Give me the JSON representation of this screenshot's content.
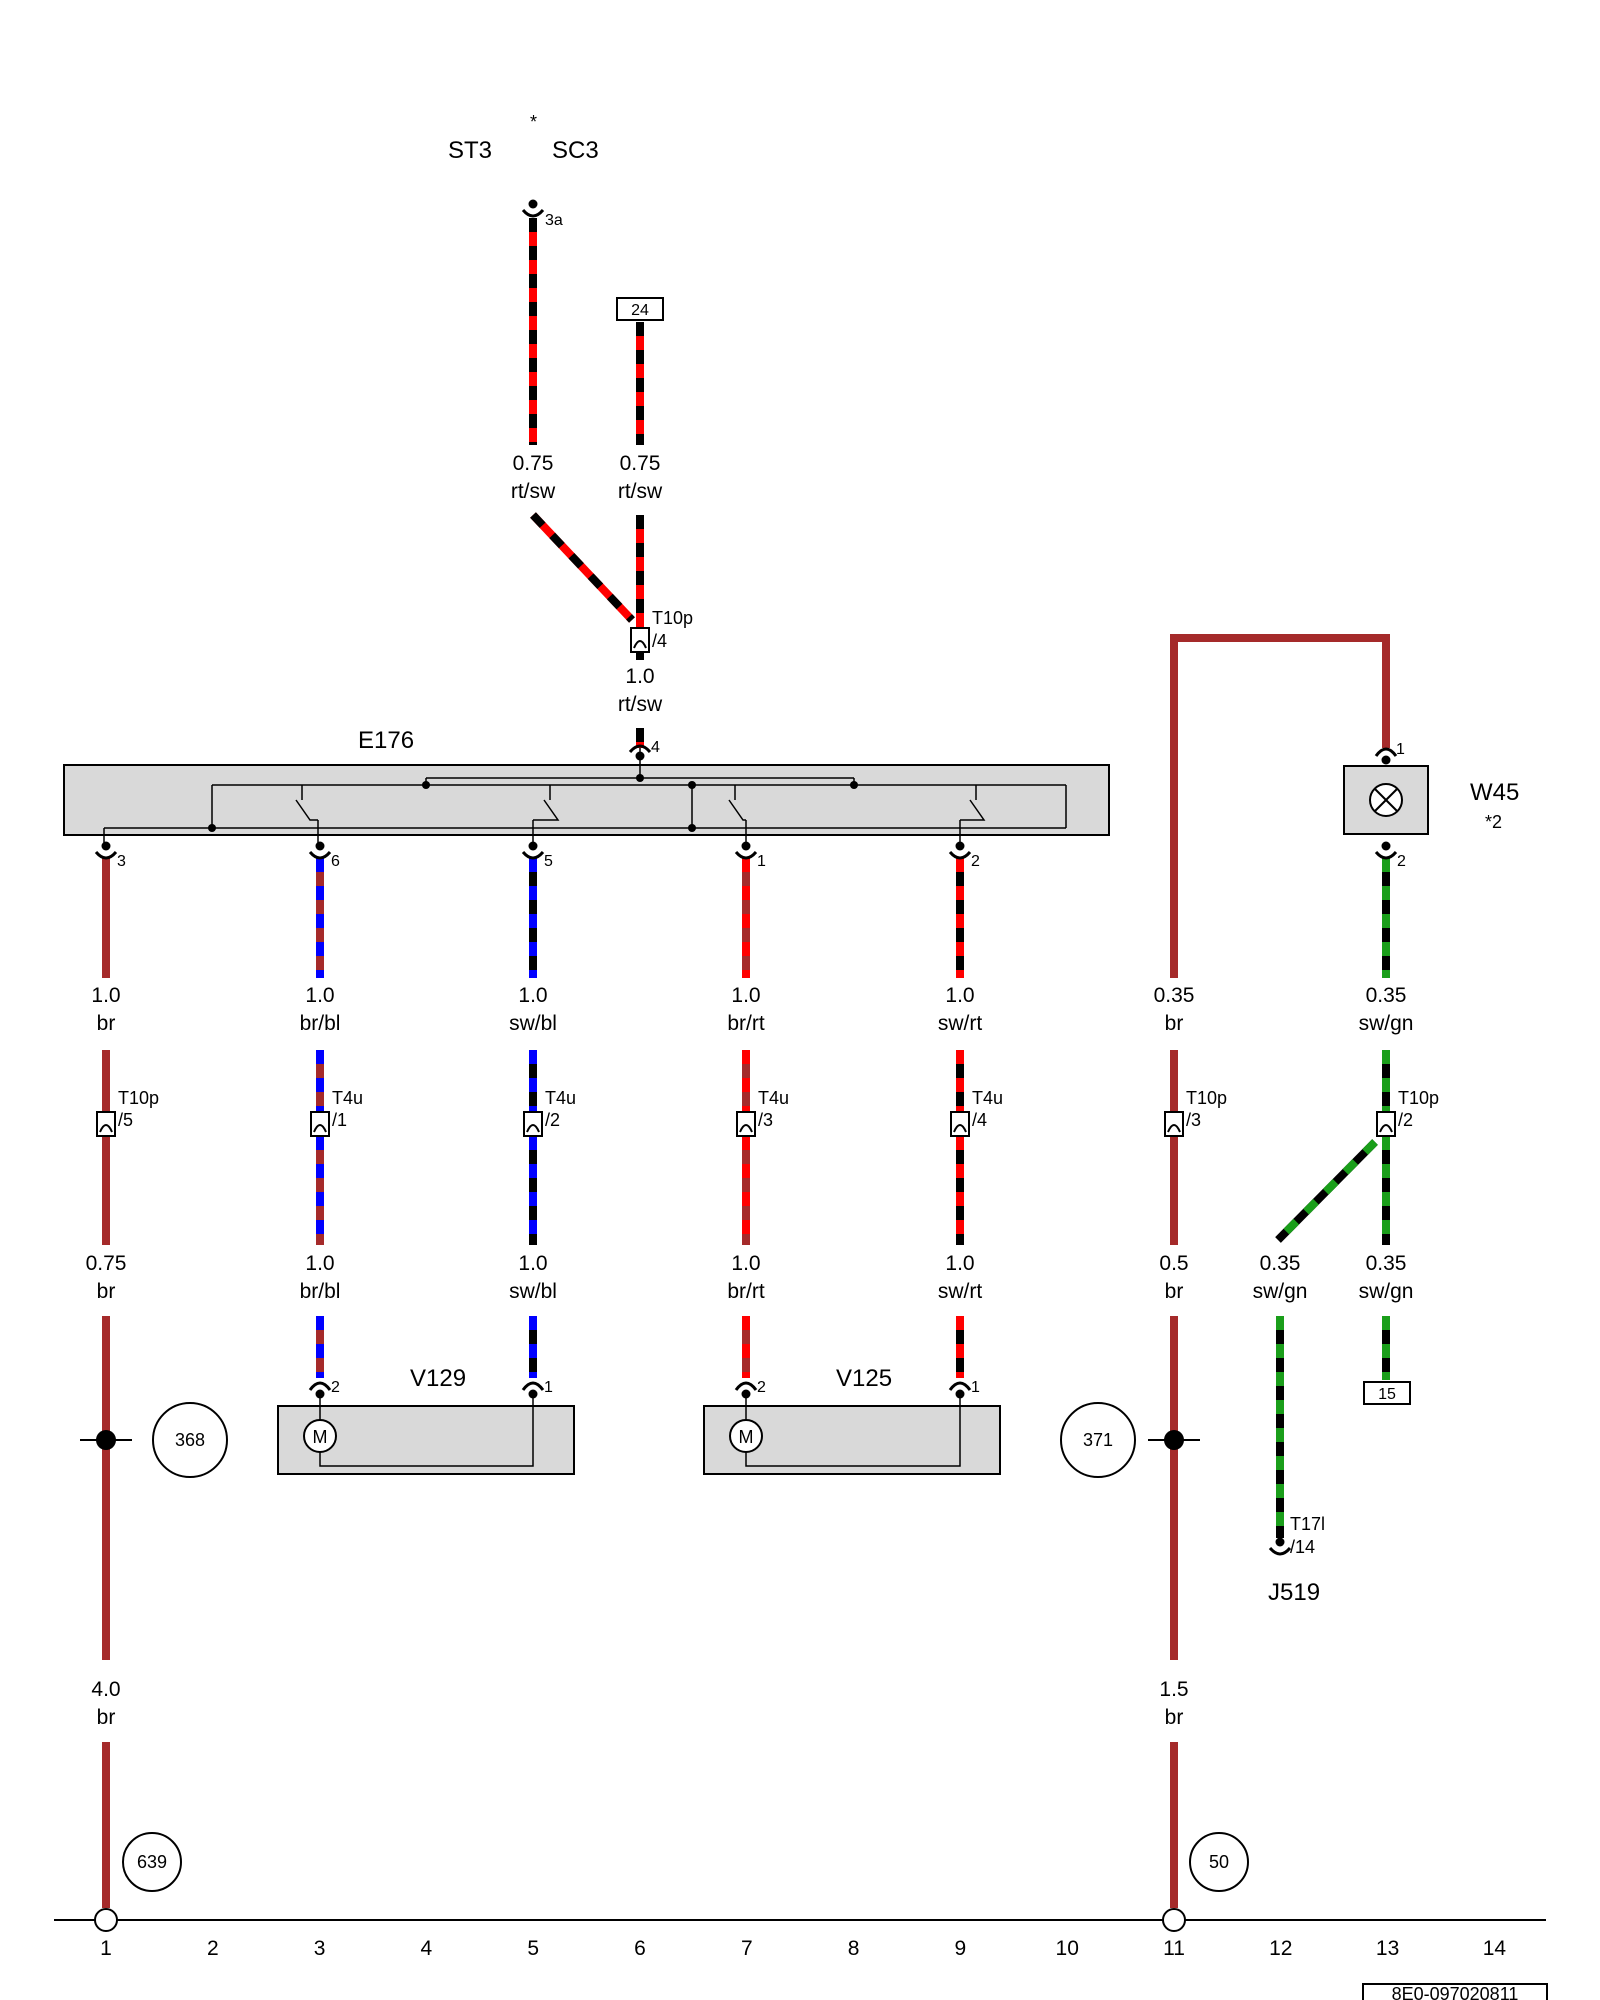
{
  "colors": {
    "br": "#a52a2a",
    "rt": "#ff0000",
    "sw": "#000000",
    "bl": "#0000ff",
    "gn": "#1a9e1a",
    "box_fill": "#d9d9d9"
  },
  "top": {
    "st3": "ST3",
    "star": "*",
    "sc3": "SC3",
    "pin3a": "3a",
    "term24": "24",
    "wire_a_size": "0.75",
    "wire_a_color": "rt/sw",
    "wire_b_size": "0.75",
    "wire_b_color": "rt/sw",
    "conn_t10p": "T10p",
    "conn_t10p_pin": "/4",
    "wire_c_size": "1.0",
    "wire_c_color": "rt/sw"
  },
  "e176": {
    "name": "E176",
    "pin_top": "4",
    "pins": [
      "3",
      "6",
      "5",
      "1",
      "2"
    ]
  },
  "w45": {
    "name": "W45",
    "note": "*2",
    "pin1": "1",
    "pin2": "2"
  },
  "wires_row1": [
    {
      "size": "1.0",
      "color": "br"
    },
    {
      "size": "1.0",
      "color": "br/bl"
    },
    {
      "size": "1.0",
      "color": "sw/bl"
    },
    {
      "size": "1.0",
      "color": "br/rt"
    },
    {
      "size": "1.0",
      "color": "sw/rt"
    },
    {
      "size": "0.35",
      "color": "br"
    },
    {
      "size": "0.35",
      "color": "sw/gn"
    }
  ],
  "connectors": [
    {
      "name": "T10p",
      "pin": "/5"
    },
    {
      "name": "T4u",
      "pin": "/1"
    },
    {
      "name": "T4u",
      "pin": "/2"
    },
    {
      "name": "T4u",
      "pin": "/3"
    },
    {
      "name": "T4u",
      "pin": "/4"
    },
    {
      "name": "T10p",
      "pin": "/3"
    },
    {
      "name": "T10p",
      "pin": "/2"
    }
  ],
  "wires_row2": [
    {
      "size": "0.75",
      "color": "br"
    },
    {
      "size": "1.0",
      "color": "br/bl"
    },
    {
      "size": "1.0",
      "color": "sw/bl"
    },
    {
      "size": "1.0",
      "color": "br/rt"
    },
    {
      "size": "1.0",
      "color": "sw/rt"
    },
    {
      "size": "0.5",
      "color": "br"
    },
    {
      "size": "0.35",
      "color": "sw/gn"
    },
    {
      "size": "0.35",
      "color": "sw/gn"
    }
  ],
  "motors": [
    {
      "name": "V129",
      "pin_left": "2",
      "pin_right": "1",
      "symbol": "M"
    },
    {
      "name": "V125",
      "pin_left": "2",
      "pin_right": "1",
      "symbol": "M"
    }
  ],
  "term15": "15",
  "refs": [
    "368",
    "371",
    "639",
    "50"
  ],
  "j519": {
    "conn": "T17l",
    "pin": "/14",
    "name": "J519"
  },
  "wires_row3": [
    {
      "size": "4.0",
      "color": "br"
    },
    {
      "size": "1.5",
      "color": "br"
    }
  ],
  "axis_numbers": [
    "1",
    "2",
    "3",
    "4",
    "5",
    "6",
    "7",
    "8",
    "9",
    "10",
    "11",
    "12",
    "13",
    "14"
  ],
  "doc_id": "8E0-097020811"
}
